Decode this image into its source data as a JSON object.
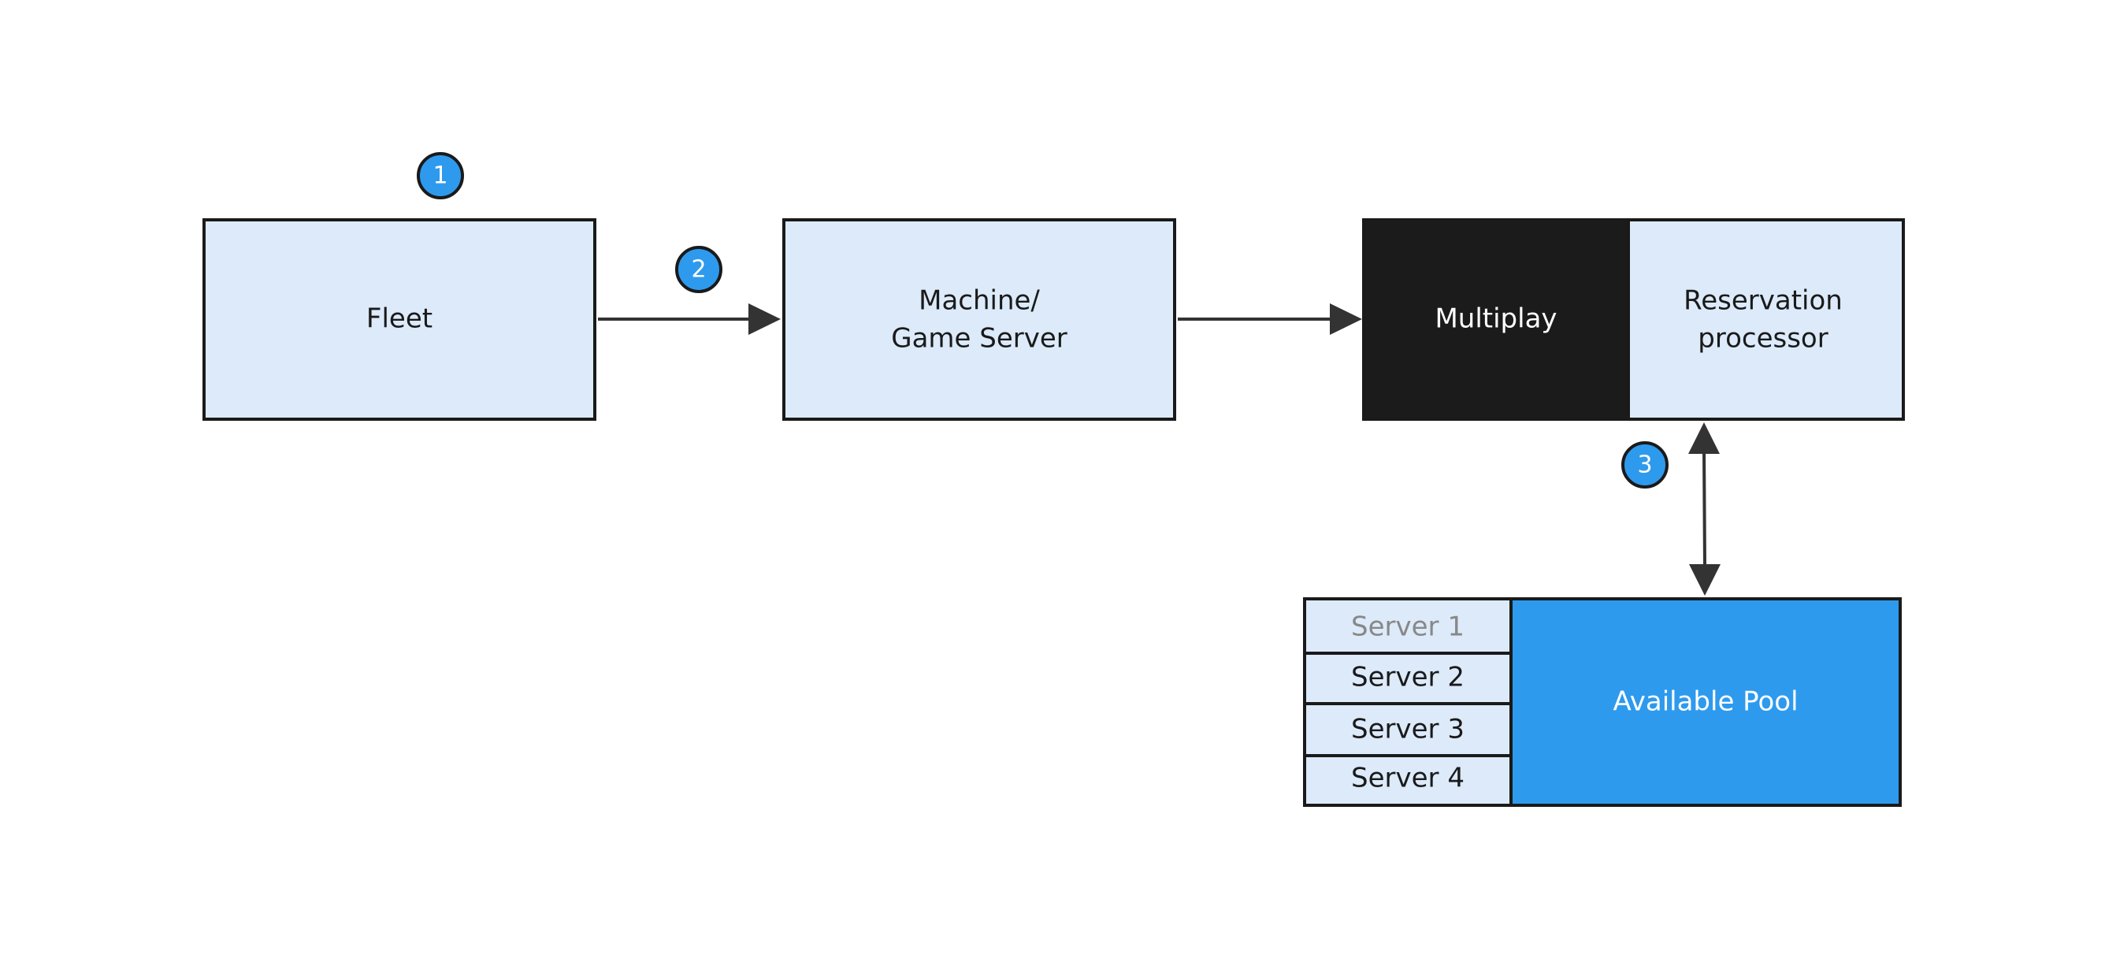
{
  "colors": {
    "box_fill": "#dceafa",
    "box_stroke": "#1a1a1a",
    "dark_fill": "#1b1b1b",
    "accent_blue": "#2e9aee",
    "arrow": "#333333",
    "text_dark": "#1a1a1a",
    "text_light": "#ffffff",
    "text_muted": "#888888"
  },
  "nodes": {
    "fleet": "Fleet",
    "machine_line1": "Machine/",
    "machine_line2": "Game Server",
    "multiplay": "Multiplay",
    "reservation_line1": "Reservation",
    "reservation_line2": "processor",
    "available_pool": "Available Pool"
  },
  "servers": [
    "Server 1",
    "Server 2",
    "Server 3",
    "Server 4"
  ],
  "badges": {
    "one": "1",
    "two": "2",
    "three": "3"
  }
}
